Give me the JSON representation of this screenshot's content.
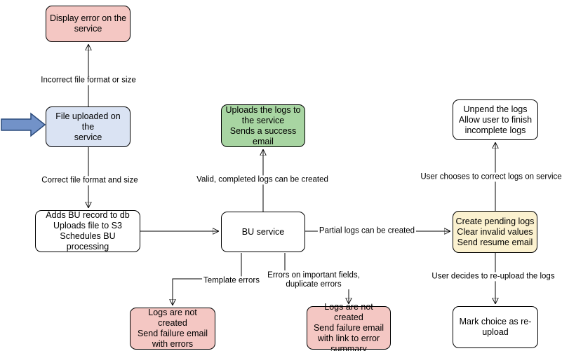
{
  "diagram": {
    "nodes": {
      "display_error": {
        "label": "Display error on the\nservice",
        "fill": "#f4c7c3"
      },
      "file_uploaded": {
        "label": "File uploaded on the\nservice",
        "fill": "#dae3f3"
      },
      "adds_bu_record": {
        "label": "Adds BU record to db\nUploads file to S3\nSchedules BU processing",
        "fill": "#ffffff"
      },
      "bu_service": {
        "label": "BU service",
        "fill": "#ffffff"
      },
      "uploads_logs": {
        "label": "Uploads the logs to\nthe service\nSends a success\nemail",
        "fill": "#a8d5a2"
      },
      "unpend_logs": {
        "label": "Unpend the logs\nAllow user to finish\nincomplete logs",
        "fill": "#ffffff"
      },
      "create_pending_logs": {
        "label": "Create pending logs\nClear invalid values\nSend resume email",
        "fill": "#fbf1cf"
      },
      "mark_choice_reupload": {
        "label": "Mark choice as re-\nupload",
        "fill": "#ffffff"
      },
      "logs_failure_errors": {
        "label": "Logs are not created\nSend failure email\nwith errors",
        "fill": "#f4c7c3"
      },
      "logs_failure_summary": {
        "label": "Logs are not created\nSend failure email\nwith link to error\nsummary",
        "fill": "#f4c7c3"
      }
    },
    "edges": {
      "incorrect_file": "Incorrect file format or size",
      "correct_file": "Correct file format and size",
      "valid_logs": "Valid, completed logs can be created",
      "partial_logs": "Partial logs can be created",
      "correct_on_service": "User chooses to correct logs on service",
      "reupload": "User decides to re-upload the logs",
      "template_errors": "Template errors",
      "important_fields": "Errors on important fields,\nduplicate errors"
    },
    "colors": {
      "pink_fill": "#f4c7c3",
      "blue_fill": "#dae3f3",
      "green_fill": "#a8d5a2",
      "yellow_fill": "#fbf1cf",
      "white_fill": "#ffffff",
      "stroke": "#000000",
      "arrow_fill": "#7292c8",
      "arrow_stroke": "#2a4a7b"
    }
  }
}
